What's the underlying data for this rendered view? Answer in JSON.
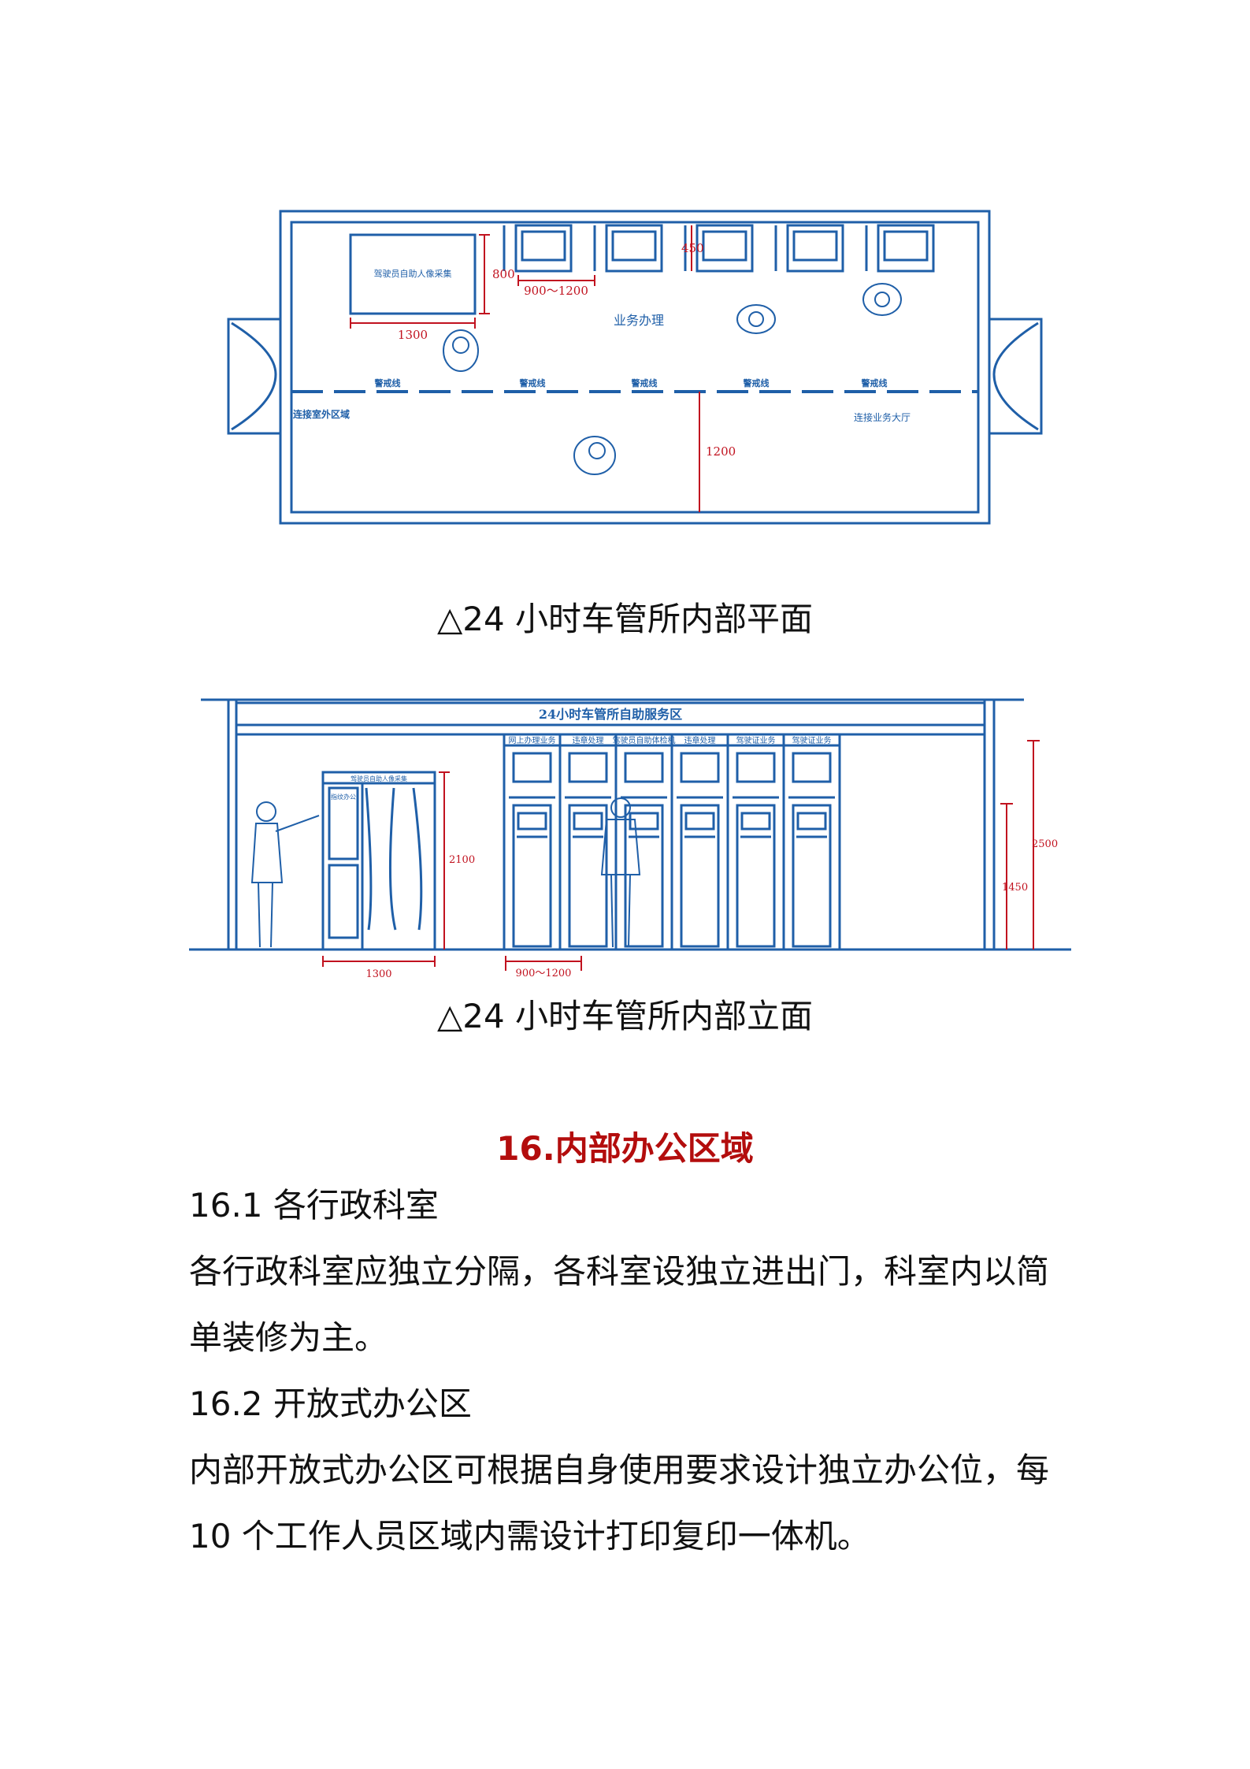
{
  "plan": {
    "label_camera": "驾驶员自助人像采集",
    "dim_800": "800",
    "dim_1300": "1300",
    "dim_900_1200": "900～1200",
    "dim_450": "450",
    "dim_1200": "1200",
    "label_business": "业务办理",
    "label_warning": "警戒线",
    "label_outdoor": "连接室外区域",
    "label_hall": "连接业务大厅"
  },
  "caption1": "△24 小时车管所内部平面",
  "elevation": {
    "title": "24小时车管所自助服务区",
    "kiosk_labels": [
      "网上办理业务",
      "违章处理",
      "驾驶员自助体检机",
      "违章处理",
      "驾驶证业务",
      "驾驶证业务"
    ],
    "booth_label": "驾驶员自助人像采集",
    "booth_panel": "指纹办公",
    "dim_2100": "2100",
    "dim_1300": "1300",
    "dim_900_1200": "900～1200",
    "dim_2500": "2500",
    "dim_1450": "1450"
  },
  "caption2": "△24 小时车管所内部立面",
  "section": {
    "heading": "16.内部办公区域",
    "s1_title": "16.1 各行政科室",
    "s1_body": "各行政科室应独立分隔，各科室设独立进出门，科室内以简单装修为主。",
    "s2_title": "16.2 开放式办公区",
    "s2_body": "内部开放式办公区可根据自身使用要求设计独立办公位，每 10 个工作人员区域内需设计打印复印一体机。"
  },
  "colors": {
    "line": "#1f5fa8",
    "dim": "#c1121f",
    "heading": "#b30d0d"
  }
}
